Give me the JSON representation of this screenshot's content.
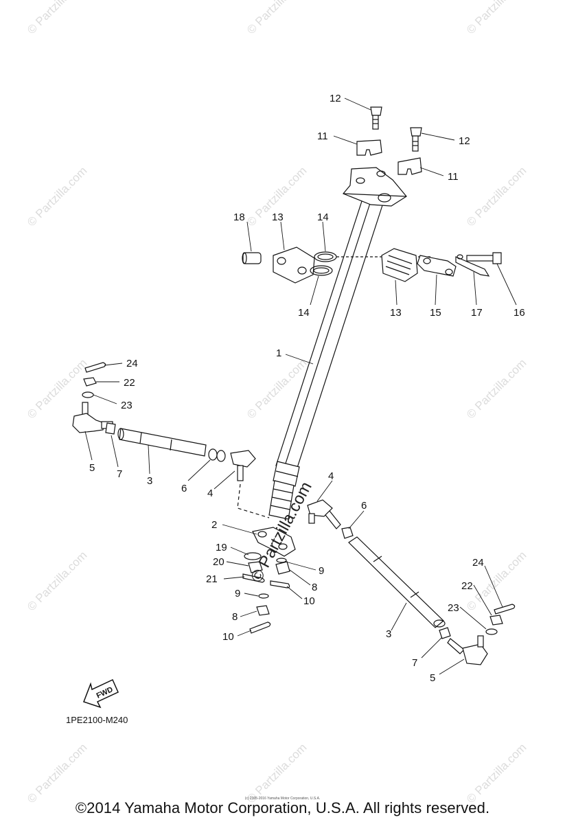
{
  "watermark": {
    "text": "© Partzilla.com",
    "center_text": "© Partzilla.com"
  },
  "diagram_code": "1PE2100-M240",
  "copyright": "©2014 Yamaha Motor Corporation, U.S.A. All rights reserved.",
  "tiny_copyright": "(c) 2005-2016 Yamaha Motor Corporation, U.S.A.",
  "fwd_label": "FWD",
  "callouts": {
    "c1": "1",
    "c2": "2",
    "c3a": "3",
    "c3b": "3",
    "c4a": "4",
    "c4b": "4",
    "c5a": "5",
    "c5b": "5",
    "c6a": "6",
    "c6b": "6",
    "c7a": "7",
    "c7b": "7",
    "c8a": "8",
    "c8b": "8",
    "c9a": "9",
    "c9b": "9",
    "c10a": "10",
    "c10b": "10",
    "c11a": "11",
    "c11b": "11",
    "c12a": "12",
    "c12b": "12",
    "c13a": "13",
    "c13b": "13",
    "c14a": "14",
    "c14b": "14",
    "c15": "15",
    "c16": "16",
    "c17": "17",
    "c18": "18",
    "c19": "19",
    "c20": "20",
    "c21": "21",
    "c22a": "22",
    "c22b": "22",
    "c23a": "23",
    "c23b": "23",
    "c24a": "24",
    "c24b": "24"
  }
}
